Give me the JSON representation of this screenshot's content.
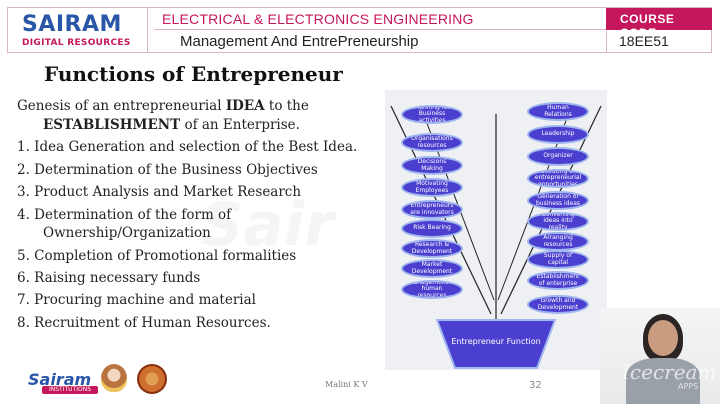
{
  "header": {
    "logo_main": "SAIRAM",
    "logo_sub": "DIGITAL RESOURCES",
    "department": "ELECTRICAL & ELECTRONICS ENGINEERING",
    "subject": "Management And EntrePreneurship",
    "course_code_label": "COURSE CODE",
    "course_code": "18EE51"
  },
  "slide": {
    "title": "Functions of Entrepreneur",
    "intro_line1_pre": "Genesis of an entrepreneurial ",
    "intro_line1_bold": "IDEA",
    "intro_line1_post": " to the",
    "intro_line2_bold": "ESTABLISHMENT",
    "intro_line2_post": "  of an Enterprise.",
    "items": [
      "1. Idea Generation and selection of the Best Idea.",
      "2. Determination of the Business Objectives",
      "3. Product Analysis and Market Research",
      "4. Determination of the form of",
      "Ownership/Organization",
      "5. Completion of Promotional formalities",
      "6. Raising necessary funds",
      "7. Procuring machine and material",
      "8. Recruitment of Human Resources."
    ]
  },
  "diagram": {
    "left_nodes": [
      "Planning for Business activities",
      "Organisations resources",
      "Decisions Making",
      "Motivating Employees",
      "Entrepreneurs are innovators",
      "Risk Bearing",
      "Research & Development",
      "Market Development",
      "Management of human resources"
    ],
    "right_nodes": [
      "Human Relations",
      "Leadership",
      "Organizer",
      "Scouting of entrepreneurial opportunities",
      "Generation of business ideas",
      "Converting ideas into reality",
      "Arranging resources",
      "Supply of capital",
      "Establishment of enterprise",
      "Growth and Development"
    ],
    "base_label": "Entrepreneur Function",
    "node_color": "#4b3fcf",
    "funnel_color": "#4b3fcf"
  },
  "footer": {
    "logo": "Sairam",
    "logo_sub": "INSTITUTIONS",
    "author": "Malini K V",
    "page": "32",
    "watermark_text": "Icecream",
    "watermark_sub": "APPS"
  }
}
